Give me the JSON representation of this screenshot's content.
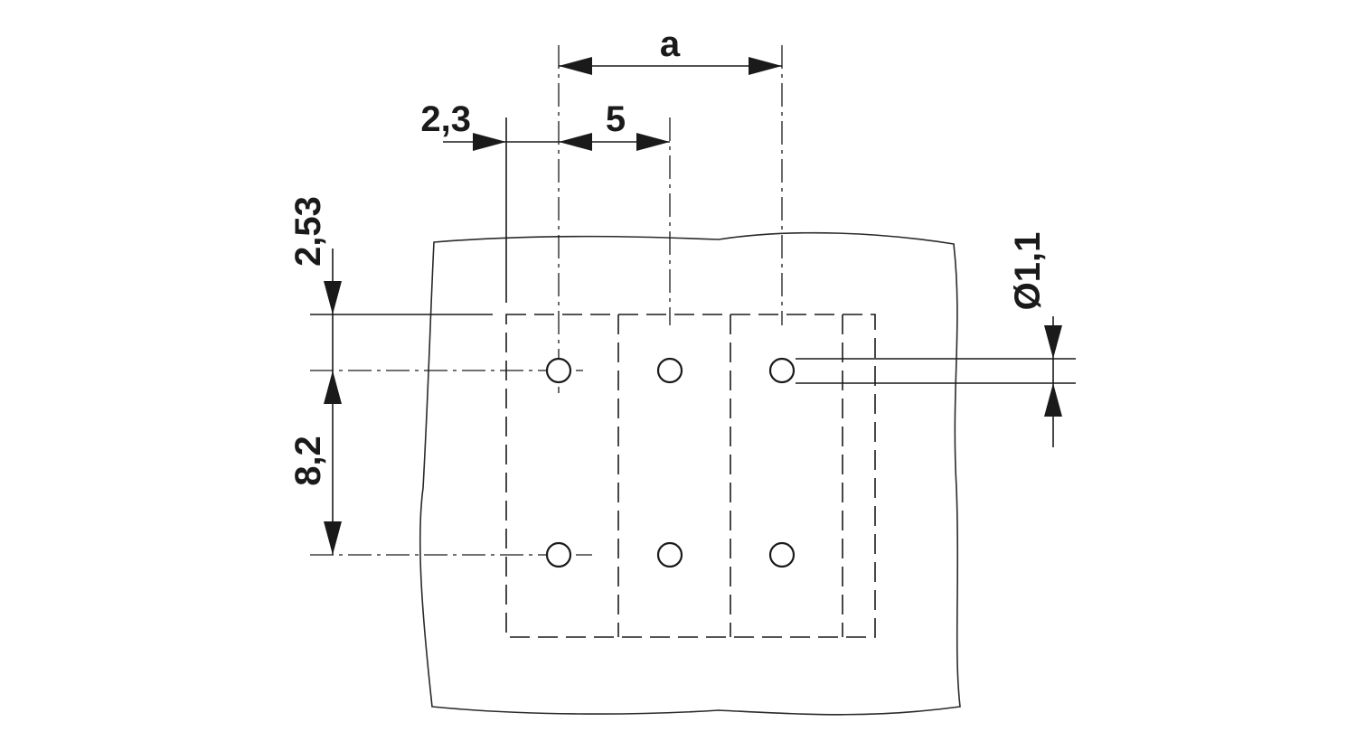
{
  "drawing": {
    "labels": {
      "dim_a": "a",
      "dim_edge": "2,3",
      "dim_pitch": "5",
      "dim_top": "2,53",
      "dim_row": "8,2",
      "dim_hole": "Ø1,1"
    },
    "holes": {
      "columns": 3,
      "rows": 2
    },
    "colors": {
      "line": "#1a1a1a",
      "background": "#ffffff"
    }
  }
}
